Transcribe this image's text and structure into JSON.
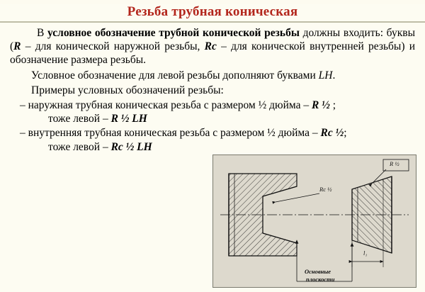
{
  "slide": {
    "title": "Резьба трубная коническая",
    "paragraphs": {
      "p1_a": "В",
      "p1_b": "условное обозначение трубной конической резьбы",
      "p1_c": "должны входить: буквы (",
      "p1_R": "R",
      "p1_d": " – для конической наружной резьбы, ",
      "p1_Rc": "Rc",
      "p1_e": " – для конической внутренней резьбы) и обозначение размера резьбы.",
      "p2_a": "Условное обозначение для левой резьбы дополняют буквами ",
      "p2_LH": "LH",
      "p2_b": ".",
      "p3": "Примеры условных обозначений резьбы:",
      "item1_a": "– наружная трубная коническая резьба с размером ½ дюйма – ",
      "item1_code": "R ½",
      "item1_b": " ;",
      "item1_sub_a": "тоже левой – ",
      "item1_sub_code": "R ½ LH",
      "item2_a": "– внутренняя трубная коническая резьба с размером ½ дюйма – ",
      "item2_code": "Rc ½",
      "item2_b": ";",
      "item2_sub_a": "тоже левой – ",
      "item2_sub_code": "Rc ½ LH"
    }
  },
  "figure": {
    "label_internal": "Rc ½",
    "label_external": "R ½",
    "label_length": "l₁",
    "label_plane_line1": "Основные",
    "label_plane_line2": "плоскости"
  }
}
